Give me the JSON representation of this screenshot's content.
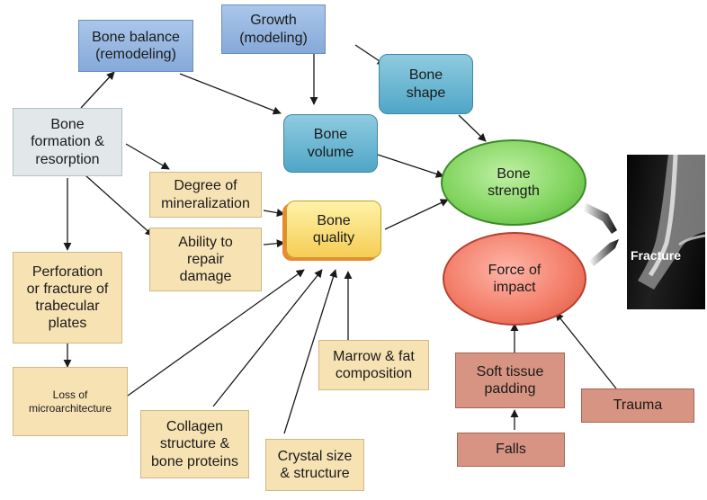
{
  "nodes": {
    "bone_balance": "Bone balance\n(remodeling)",
    "growth": "Growth\n(modeling)",
    "bone_shape": "Bone\nshape",
    "bone_formation": "Bone\nformation &\nresorption",
    "bone_volume": "Bone\nvolume",
    "degree_mineralization": "Degree of\nmineralization",
    "ability_repair": "Ability to\nrepair\ndamage",
    "bone_quality": "Bone\nquality",
    "bone_strength": "Bone\nstrength",
    "force_impact": "Force of\nimpact",
    "perforation": "Perforation\nor fracture of\ntrabecular\nplates",
    "loss_micro": "Loss of\nmicroarchitecture",
    "collagen": "Collagen\nstructure &\nbone proteins",
    "crystal": "Crystal size\n& structure",
    "marrow": "Marrow & fat\ncomposition",
    "soft_tissue": "Soft tissue\npadding",
    "trauma": "Trauma",
    "falls": "Falls"
  },
  "image": {
    "label": "Fracture"
  },
  "colors": {
    "blue": "#86a9d9",
    "teal": "#4fa6c7",
    "grey": "#e2e7ea",
    "tan": "#f7e2b4",
    "yellow": "#f5cd55",
    "salmon": "#d89482",
    "green": "#7fd35c",
    "red": "#f27b66",
    "arrow": "#1a1a1a"
  }
}
